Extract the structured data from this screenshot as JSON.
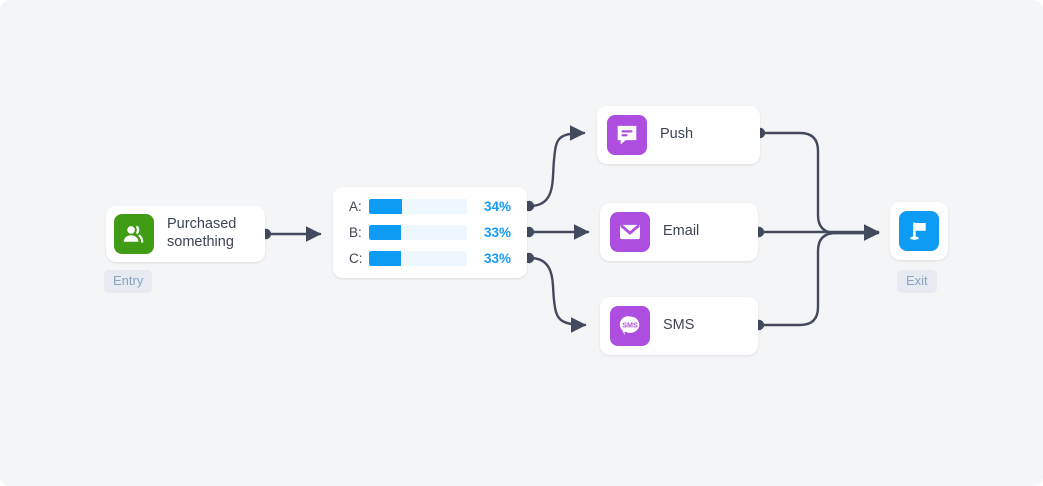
{
  "canvas": {
    "background": "#f4f5f7",
    "edge_color": "#434a5e"
  },
  "nodes": {
    "entry": {
      "label": "Purchased\nsomething",
      "icon": "group-people-icon",
      "icon_color": "#3f9c14",
      "badge": "Entry"
    },
    "split": {
      "rows": [
        {
          "key": "A:",
          "percent": "34%",
          "value": 34
        },
        {
          "key": "B:",
          "percent": "33%",
          "value": 33
        },
        {
          "key": "C:",
          "percent": "33%",
          "value": 33
        }
      ],
      "bar_fill_color": "#0d9bf4",
      "bar_track_color": "#eff7fe",
      "percent_color": "#139bf5"
    },
    "push": {
      "label": "Push",
      "icon": "push-message-icon",
      "icon_color": "#ad4ee0"
    },
    "email": {
      "label": "Email",
      "icon": "envelope-icon",
      "icon_color": "#ad4ee0"
    },
    "sms": {
      "label": "SMS",
      "icon": "sms-bubble-icon",
      "icon_color": "#ad4ee0"
    },
    "exit": {
      "label": "Exit",
      "icon": "flag-icon",
      "icon_color": "#0d9bf4",
      "badge": "Exit"
    }
  }
}
